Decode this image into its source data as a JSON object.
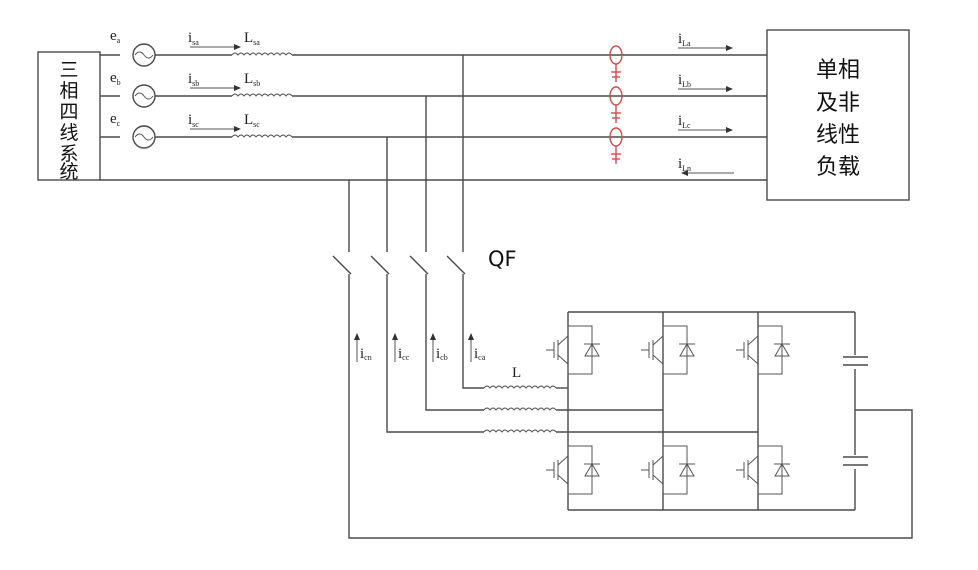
{
  "source_block": {
    "label_chars": [
      "三",
      "相",
      "四",
      "线",
      "系",
      "统"
    ]
  },
  "load_block": {
    "label_lines": [
      "单相",
      "及非",
      "线性",
      "负载"
    ]
  },
  "switch": {
    "label": "QF"
  },
  "filter_inductor": {
    "label": "L"
  },
  "phases": [
    {
      "emf": "e",
      "emf_sub": "a",
      "current": "i",
      "current_sub": "sa",
      "inductor": "L",
      "inductor_sub": "sa",
      "load_current": "i",
      "load_current_sub": "La"
    },
    {
      "emf": "e",
      "emf_sub": "b",
      "current": "i",
      "current_sub": "sb",
      "inductor": "L",
      "inductor_sub": "sb",
      "load_current": "i",
      "load_current_sub": "Lb"
    },
    {
      "emf": "e",
      "emf_sub": "c",
      "current": "i",
      "current_sub": "sc",
      "inductor": "L",
      "inductor_sub": "sc",
      "load_current": "i",
      "load_current_sub": "Lc"
    }
  ],
  "neutral": {
    "load_current": "i",
    "load_current_sub": "Ln"
  },
  "comp_currents": [
    {
      "main": "i",
      "sub": "cn"
    },
    {
      "main": "i",
      "sub": "cc"
    },
    {
      "main": "i",
      "sub": "cb"
    },
    {
      "main": "i",
      "sub": "ca"
    }
  ]
}
